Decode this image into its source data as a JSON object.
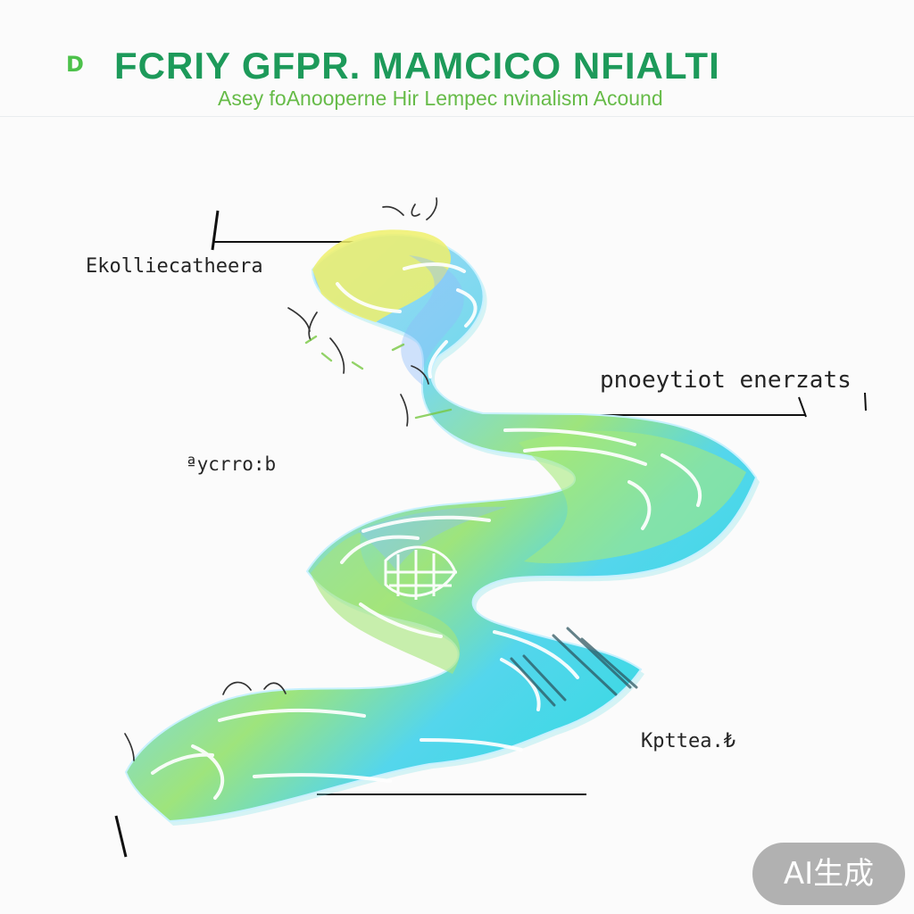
{
  "header": {
    "mark": "D",
    "title": "FCRIY GFPR. MAMCICO NFIALTI",
    "subtitle": "Asey foAnooperne Hir Lempec nvinalism Acound"
  },
  "labels": {
    "left_top": "Ekolliecatheera",
    "left_mid": "ªycrro:b",
    "right_top": "pnoeytiot enerzats",
    "right_bottom": "Kpttea.₺"
  },
  "badge": {
    "text": "AI生成"
  },
  "colors": {
    "title_green": "#1d9a5a",
    "subtitle_green": "#66bb48",
    "cyan": "#36d7ea",
    "blue": "#86c9fb",
    "green": "#8ee07a",
    "yellow": "#ecef6c"
  }
}
